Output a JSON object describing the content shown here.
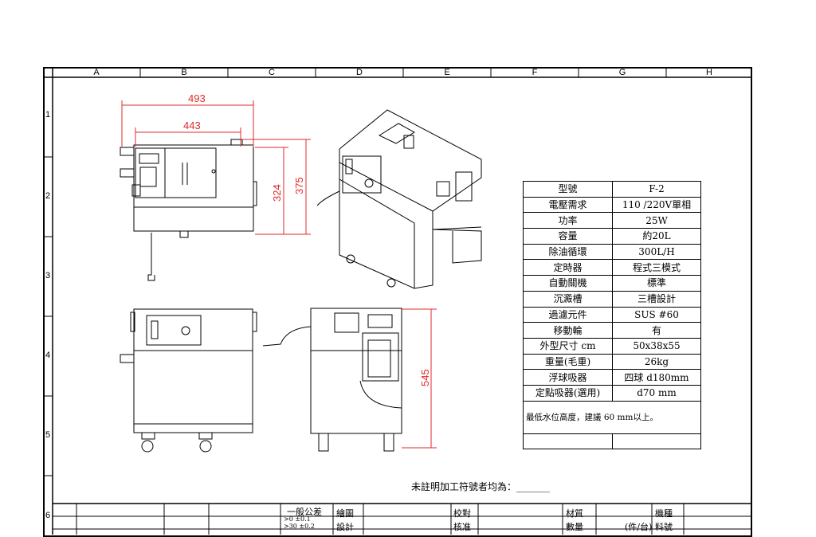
{
  "columns": [
    "A",
    "B",
    "C",
    "D",
    "E",
    "F",
    "G",
    "H"
  ],
  "rows": [
    "1",
    "2",
    "3",
    "4",
    "5",
    "6"
  ],
  "dimensions": {
    "width_total": "493",
    "width_inner": "443",
    "height_body": "324",
    "height_total": "375",
    "height_side": "545"
  },
  "spec_table": [
    {
      "key": "型號",
      "value": "F-2"
    },
    {
      "key": "電壓需求",
      "value": "110 /220V單相"
    },
    {
      "key": "功率",
      "value": "25W"
    },
    {
      "key": "容量",
      "value": "約20L"
    },
    {
      "key": "除油循環",
      "value": "300L/H"
    },
    {
      "key": "定時器",
      "value": "程式三模式"
    },
    {
      "key": "自動關機",
      "value": "標準"
    },
    {
      "key": "沉澱槽",
      "value": "三槽設計"
    },
    {
      "key": "過濾元件",
      "value": "SUS #60"
    },
    {
      "key": "移動輪",
      "value": "有"
    },
    {
      "key": "外型尺寸 cm",
      "value": "50x38x55"
    },
    {
      "key": "重量(毛重)",
      "value": "26kg"
    },
    {
      "key": "浮球吸器",
      "value": "四球 d180mm"
    },
    {
      "key": "定點吸器(選用)",
      "value": "d70 mm"
    }
  ],
  "spec_note": "最低水位高度，建議 60 mm以上。",
  "machining_note": "未註明加工符號者均為：_______",
  "title_block": {
    "tolerance_title": "一般公差",
    "tol_1": ">0   ±0.1",
    "tol_2": ">30  ±0.2",
    "drawing": "繪圖",
    "design": "設計",
    "check": "校對",
    "approve": "核准",
    "material": "材質",
    "quantity": "數量",
    "unit": "(件/台)",
    "model": "機種",
    "part_no": "料號"
  }
}
